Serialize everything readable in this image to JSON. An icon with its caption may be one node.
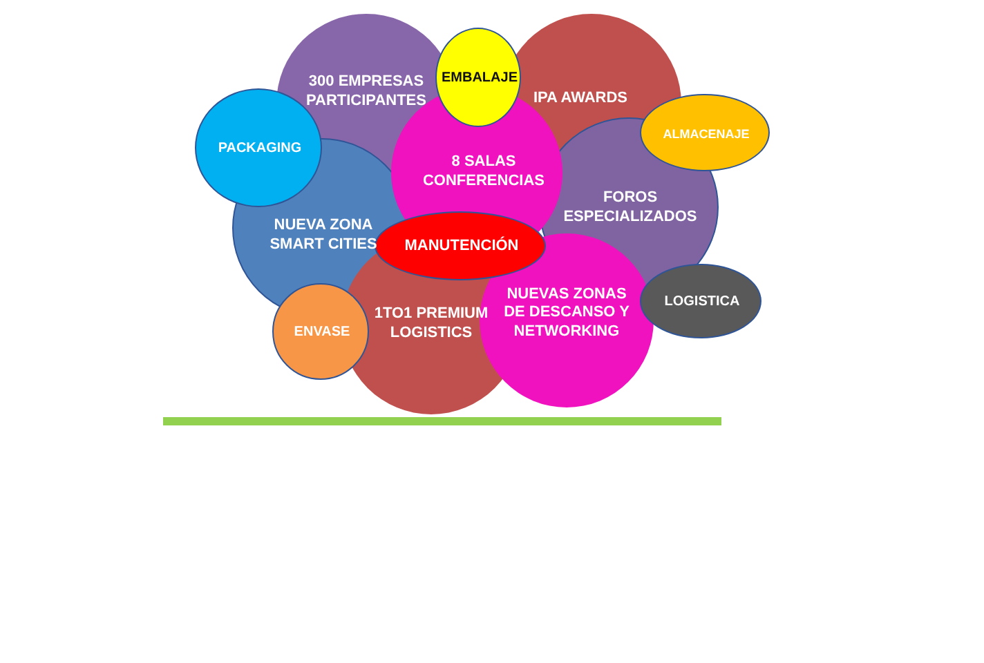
{
  "diagram": {
    "nodes": [
      {
        "text": [
          "300 EMPRESAS PARTICIPANTES"
        ]
      },
      {
        "text": [
          "EMBALAJE"
        ]
      },
      {
        "text": [
          "IPA AWARDS"
        ]
      },
      {
        "text": [
          "PACKAGING"
        ]
      },
      {
        "text": [
          "8 SALAS CONFERENCIAS"
        ]
      },
      {
        "text": [
          "ALMACENAJE"
        ]
      },
      {
        "text": [
          "NUEVA ZONA SMART CITIES"
        ]
      },
      {
        "text": [
          "FOROS ESPECIALIZADOS"
        ]
      },
      {
        "text": [
          "MANUTENCIÓN"
        ]
      },
      {
        "text": [
          "1TO1 PREMIUM LOGISTICS"
        ]
      },
      {
        "text": [
          "NUEVAS ZONAS DE DESCANSO Y NETWORKING"
        ]
      },
      {
        "text": [
          "ENVASE"
        ]
      },
      {
        "text": [
          "LOGISTICA"
        ]
      }
    ]
  }
}
